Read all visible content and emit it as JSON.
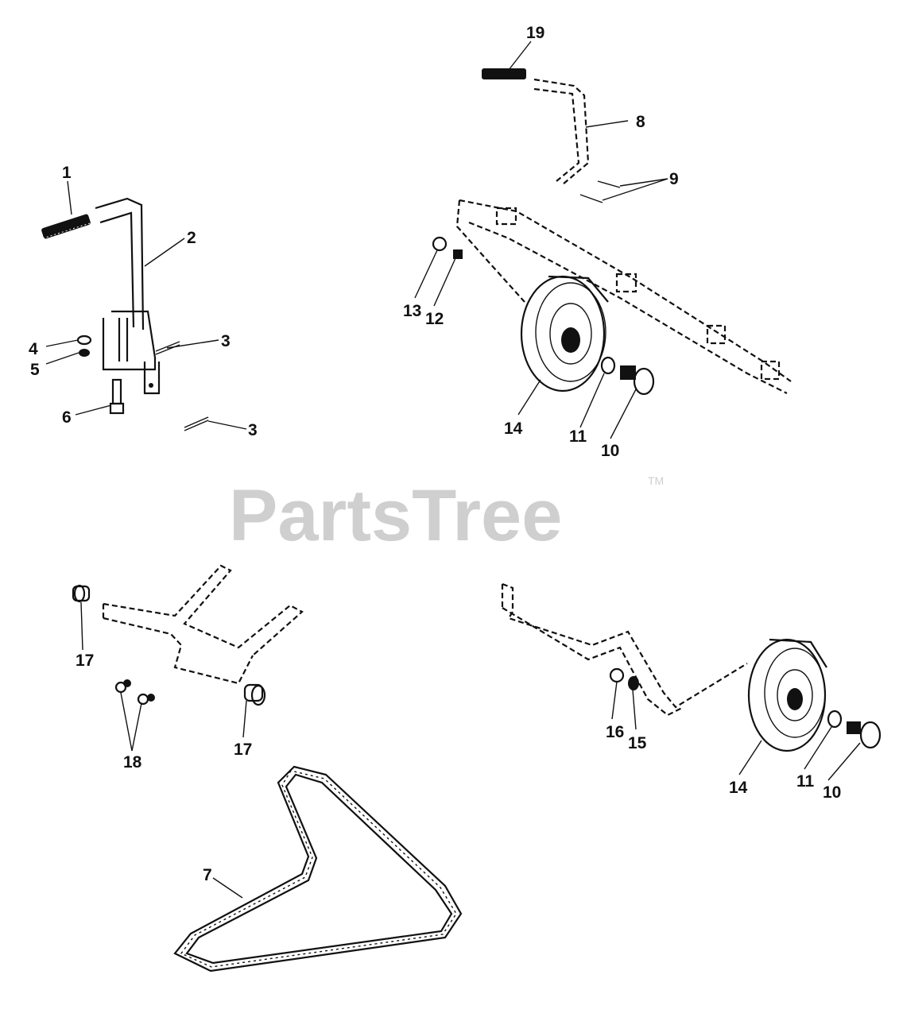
{
  "watermark": {
    "text": "PartsTree",
    "trademark": "TM"
  },
  "callouts": [
    {
      "id": "c-1",
      "label": "1"
    },
    {
      "id": "c-2",
      "label": "2"
    },
    {
      "id": "c-3a",
      "label": "3"
    },
    {
      "id": "c-3b",
      "label": "3"
    },
    {
      "id": "c-4",
      "label": "4"
    },
    {
      "id": "c-5",
      "label": "5"
    },
    {
      "id": "c-6",
      "label": "6"
    },
    {
      "id": "c-7",
      "label": "7"
    },
    {
      "id": "c-8",
      "label": "8"
    },
    {
      "id": "c-9",
      "label": "9"
    },
    {
      "id": "c-10a",
      "label": "10"
    },
    {
      "id": "c-10b",
      "label": "10"
    },
    {
      "id": "c-11a",
      "label": "11"
    },
    {
      "id": "c-11b",
      "label": "11"
    },
    {
      "id": "c-12",
      "label": "12"
    },
    {
      "id": "c-13",
      "label": "13"
    },
    {
      "id": "c-14a",
      "label": "14"
    },
    {
      "id": "c-14b",
      "label": "14"
    },
    {
      "id": "c-15",
      "label": "15"
    },
    {
      "id": "c-16",
      "label": "16"
    },
    {
      "id": "c-17a",
      "label": "17"
    },
    {
      "id": "c-17b",
      "label": "17"
    },
    {
      "id": "c-18",
      "label": "18"
    },
    {
      "id": "c-19",
      "label": "19"
    }
  ]
}
